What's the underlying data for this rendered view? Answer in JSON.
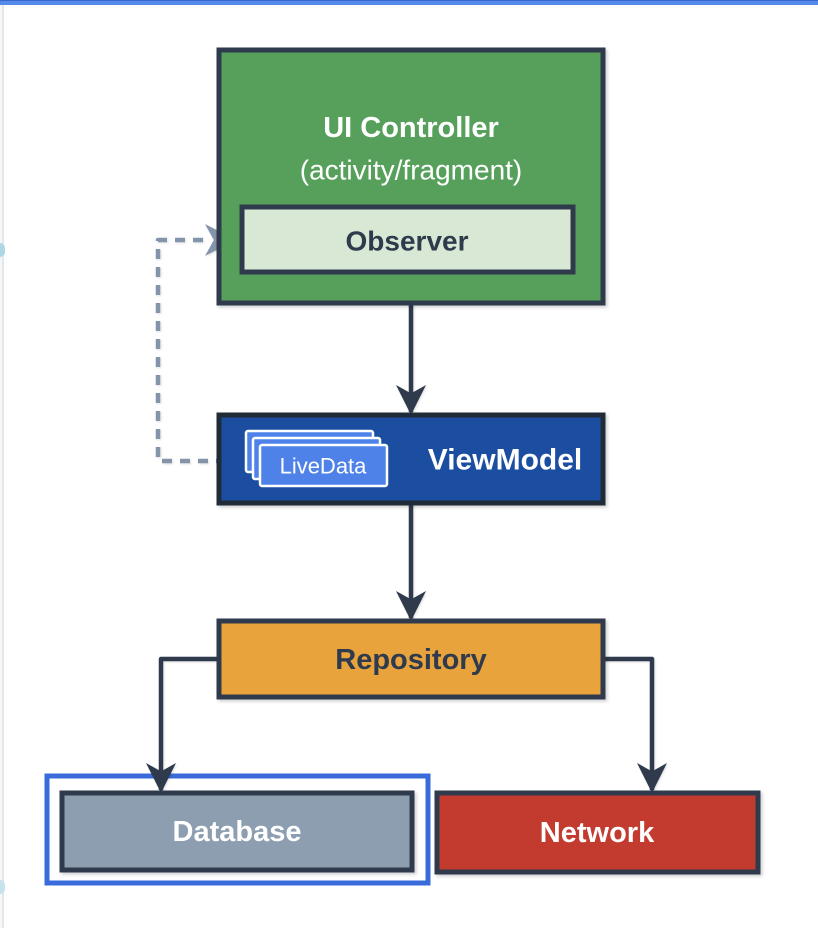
{
  "chrome": {
    "top_bar_color": "#5589ea",
    "left_edge_line_color": "#e4e7ea",
    "panel_handle_color": "#aed7e6"
  },
  "diagram": {
    "type": "architecture-flow",
    "nodes": {
      "ui_controller": {
        "title": "UI Controller",
        "subtitle": "(activity/fragment)",
        "fill": "#56a05c",
        "text_color": "#ffffff"
      },
      "observer": {
        "label": "Observer",
        "fill": "#d9e8d4",
        "text_color": "#2f3b4d"
      },
      "viewmodel": {
        "label": "ViewModel",
        "fill": "#1b4da1",
        "text_color": "#ffffff"
      },
      "livedata": {
        "label": "LiveData",
        "fill": "#4e82e8",
        "card_border": "#ffffff",
        "text_color": "#ffffff"
      },
      "repository": {
        "label": "Repository",
        "fill": "#e8a33c",
        "text_color": "#2f3b4d"
      },
      "database": {
        "label": "Database",
        "fill": "#8c9eb0",
        "text_color": "#ffffff",
        "selected": "true"
      },
      "network": {
        "label": "Network",
        "fill": "#c23b2e",
        "text_color": "#ffffff"
      }
    },
    "edges": [
      {
        "from": "ui_controller",
        "to": "viewmodel",
        "style": "solid-arrow"
      },
      {
        "from": "viewmodel",
        "to": "repository",
        "style": "solid-arrow"
      },
      {
        "from": "repository",
        "to": "database",
        "style": "solid-arrow"
      },
      {
        "from": "repository",
        "to": "network",
        "style": "solid-arrow"
      },
      {
        "from": "livedata",
        "to": "observer",
        "style": "dashed-arrow"
      }
    ],
    "colors": {
      "stroke": "#2f3b4d",
      "viewmodel_stroke": "#202b38",
      "selection": "#3a6bdb",
      "dashed_edge": "#8495ab"
    }
  }
}
